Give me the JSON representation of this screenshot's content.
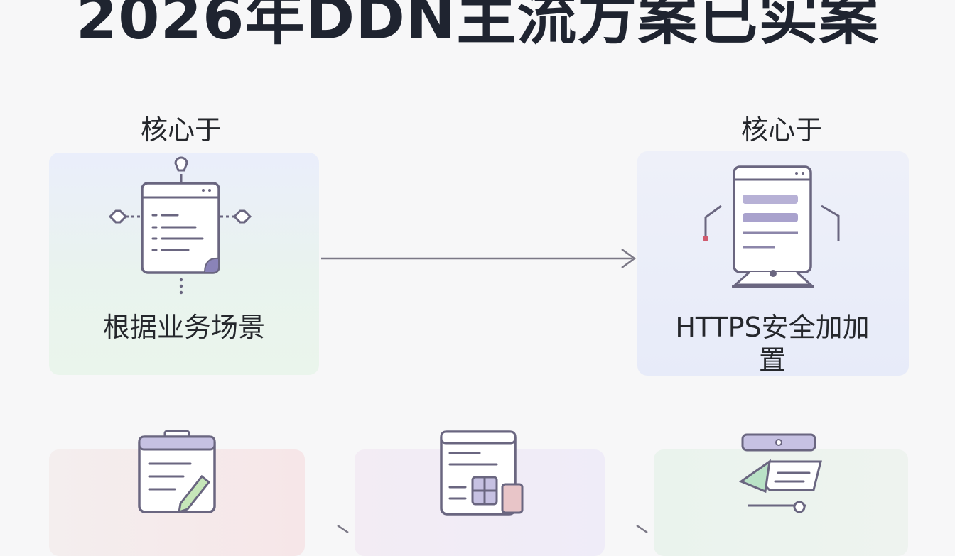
{
  "title": "2026年DDN主流方案已实案",
  "top_left": {
    "label": "核心于",
    "text": "根据业务场景"
  },
  "top_right": {
    "label": "核心于",
    "text": "HTTPS安全加加置"
  },
  "colors": {
    "line": "#6f6d80",
    "accent_purple": "#8a83b8",
    "card_green": "#e9f4ec",
    "card_blue": "#e8ecf8"
  }
}
